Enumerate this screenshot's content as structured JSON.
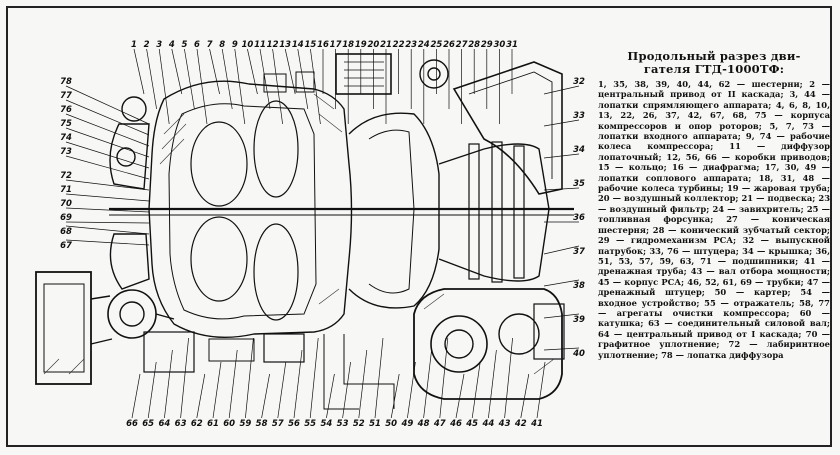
{
  "caption": {
    "title": "Продольный разрез дви-\nгателя ГТД-1000ТФ:",
    "body": "1, 35, 38, 39, 40, 44, 62 — шестерни; 2 — центральный привод от II каскада; 3, 44 — лопатки спрямляющего аппарата; 4, 6, 8, 10, 13, 22, 26, 37, 42, 67, 68, 75 — корпуса компрессоров и опор роторов; 5, 7, 73 — лопатки входного аппарата; 9, 74 — рабочие колеса компрессора; 11 — диффузор лопаточный; 12, 56, 66 — коробки приводов; 15 — кольцо; 16 — диафрагма; 17, 30, 49 — лопатки соплового аппарата; 18, 31, 48 — рабочие колеса турбины; 19 — жаровая труба; 20 — воздушный коллектор; 21 — подвеска; 23 — воздушный фильтр; 24 — завихритель; 25 — топливная форсунка; 27 — коническая шестерня; 28 — конический зубчатый сектор; 29 — гидромеханизм РСА; 32 — выпускной патрубок; 33, 76 — штуцера; 34 — крышка; 36, 51, 53, 57, 59, 63, 71 — подшипники; 41 — дренажная труба; 43 — вал отбора мощности; 45 — корпус РСА; 46, 52, 61, 69 — трубки; 47 — дренажный штуцер; 50 — картер; 54 — входное устройство; 55 — отражатель; 58, 77 — агрегаты очистки компрессора; 60 — катушка; 63 — соединительный силовой вал; 64 — центральный привод от I каскада; 70 — графитное уплотнение; 72 — лабиринтное уплотнение; 78 — лопатка диффузора"
  },
  "callouts": {
    "top": [
      "1",
      "2",
      "3",
      "4",
      "5",
      "6",
      "7",
      "8",
      "9",
      "10",
      "11",
      "12",
      "13",
      "14",
      "15",
      "16",
      "17",
      "18",
      "19",
      "20",
      "21",
      "22",
      "23",
      "24",
      "25",
      "26",
      "27",
      "28",
      "29",
      "30",
      "31"
    ],
    "left": [
      "78",
      "77",
      "76",
      "75",
      "74",
      "73",
      "72",
      "71",
      "70",
      "69",
      "68",
      "67"
    ],
    "right": [
      "32",
      "33",
      "34",
      "35",
      "36",
      "37",
      "38",
      "39",
      "40"
    ],
    "bottom": [
      "66",
      "65",
      "64",
      "63",
      "62",
      "61",
      "60",
      "59",
      "58",
      "57",
      "56",
      "55",
      "54",
      "53",
      "52",
      "51",
      "50",
      "49",
      "48",
      "47",
      "46",
      "45",
      "44",
      "43",
      "42",
      "41"
    ]
  }
}
